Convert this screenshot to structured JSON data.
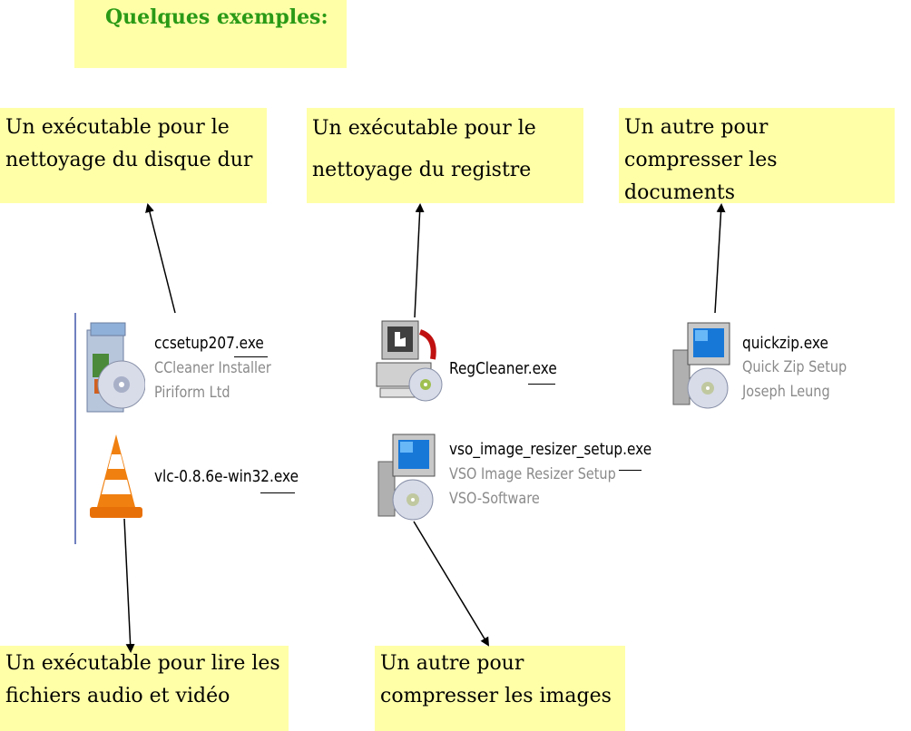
{
  "title": "Quelques exemples:",
  "annotations": {
    "disk_cleaner": "Un exécutable pour le nettoyage du disque dur",
    "registry_cleaner": "Un exécutable pour le nettoyage du registre",
    "doc_compress": "Un autre pour compresser les documents",
    "media_player": "Un exécutable pour  lire les fichiers audio et vidéo",
    "image_compress": "Un autre pour compresser les images"
  },
  "files": {
    "ccsetup": {
      "name": "ccsetup207.exe",
      "description": "CCleaner Installer",
      "company": "Piriform Ltd",
      "icon": "ccleaner-installer-icon"
    },
    "vlc": {
      "name": "vlc-0.8.6e-win32.exe",
      "icon": "vlc-cone-icon"
    },
    "regcleaner": {
      "name": "RegCleaner.exe",
      "icon": "regcleaner-computer-icon"
    },
    "vso": {
      "name": "vso_image_resizer_setup.exe",
      "description": "VSO Image Resizer Setup",
      "company": "VSO-Software",
      "icon": "setup-installer-icon"
    },
    "quickzip": {
      "name": "quickzip.exe",
      "description": "Quick Zip Setup",
      "company": "Joseph Leung",
      "icon": "setup-installer-icon"
    }
  },
  "colors": {
    "box_background": "#ffffa8",
    "title_text": "#2a9a16",
    "subtext": "#8a8a8a"
  }
}
